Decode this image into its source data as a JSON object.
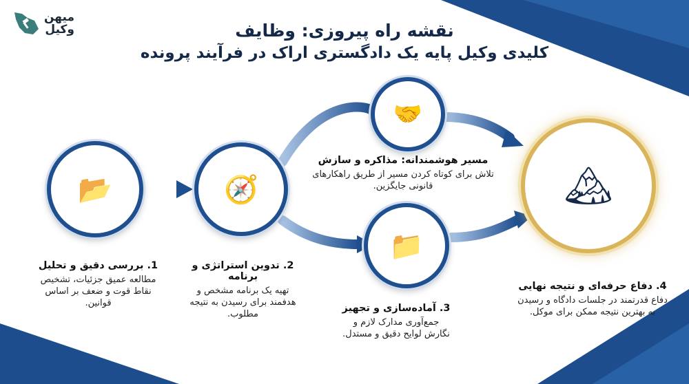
{
  "logo": {
    "line1": "میهن",
    "line2": "وکیل",
    "icon": "iran-map-gavel-icon"
  },
  "header": {
    "title_line1": "نقشه راه پیروزی: وظایف",
    "title_line2": "کلیدی وکیل پایه یک دادگستری اراک در فرآیند پرونده"
  },
  "steps": [
    {
      "title": "1. بررسی دقیق و تحلیل",
      "desc": "مطالعه عمیق جزئیات، تشخیص نقاط قوت و ضعف بر اساس قوانین.",
      "icon": "folder-magnifier-icon"
    },
    {
      "title": "2. تدوین استراتژی و برنامه",
      "desc": "تهیه یک برنامه مشخص و هدفمند برای رسیدن به نتیجه مطلوب.",
      "icon": "compass-blueprint-icon"
    },
    {
      "title": "3. آماده‌سازی و تجهیز",
      "desc": "جمع‌آوری مدارک لازم و نگارش لوایح دقیق و مستدل.",
      "icon": "documents-gavel-icon"
    },
    {
      "title": "4. دفاع حرفه‌ای و نتیجه نهایی",
      "desc": "دفاع قدرتمند در جلسات دادگاه و رسیدن به بهترین نتیجه ممکن برای موکل.",
      "icon": "lawyer-podium-mountain-icon"
    }
  ],
  "alt_path": {
    "title": "مسیر هوشمندانه: مذاکره و سازش",
    "desc": "تلاش برای کوتاه کردن مسیر از طریق راهکارهای قانونی جایگزین.",
    "icon": "handshake-bridge-icon"
  },
  "colors": {
    "navy": "#14284a",
    "blue": "#1f4f8f",
    "gold": "#d9b45a"
  }
}
